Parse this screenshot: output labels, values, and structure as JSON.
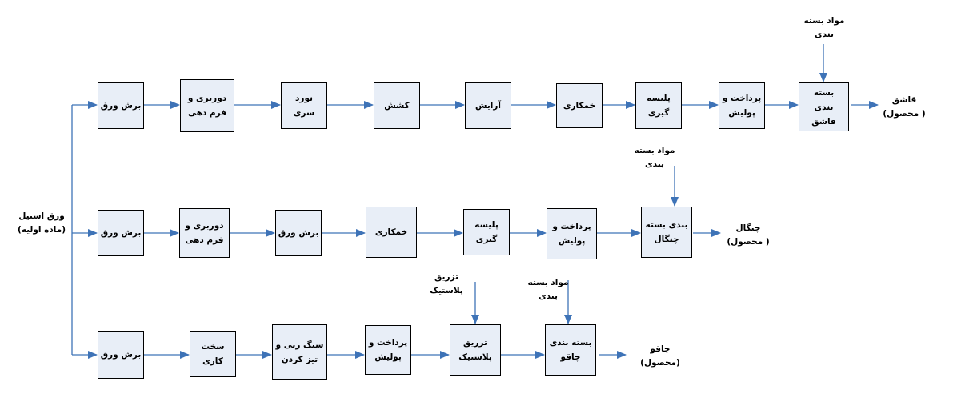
{
  "colors": {
    "line": "#3e73b7",
    "box_fill": "#e8eef7",
    "box_border": "#000000"
  },
  "input": {
    "label": "ورق استیل\n(ماده اولیه)"
  },
  "rows": [
    {
      "name": "spoon",
      "steps": [
        "برش ورق",
        "دوربری و\nفرم دهی",
        "نورد\nسری",
        "کشش",
        "آرایش",
        "خمکاری",
        "پلیسه\nگیری",
        "پرداخت و\nپولیش",
        "بسته\nبندی\nقاشق"
      ],
      "side_inputs": [
        {
          "label": "مواد بسته\nبندی",
          "target_step": 8
        }
      ],
      "output": "قاشق\n( محصول)"
    },
    {
      "name": "fork",
      "steps": [
        "برش ورق",
        "دوربری و\nفرم دهی",
        "برش ورق",
        "خمکاری",
        "پلیسه\nگیری",
        "پرداخت و\nپولیش",
        "بندی بسته\nچنگال"
      ],
      "side_inputs": [
        {
          "label": "مواد بسته\nبندی",
          "target_step": 6
        }
      ],
      "output": "چنگال\n( محصول)"
    },
    {
      "name": "knife",
      "steps": [
        "برش ورق",
        "سخت\nکاری",
        "سنگ زنی و\nتیز کردن",
        "پرداخت و\nپولیش",
        "تزریق\nپلاستیک",
        "بسته بندی\nچاقو"
      ],
      "side_inputs": [
        {
          "label": "تزریق\nپلاستیک",
          "target_step": 4
        },
        {
          "label": "مواد بسته\nبندی",
          "target_step": 5
        }
      ],
      "output": "چاقو\n(محصول)"
    }
  ]
}
